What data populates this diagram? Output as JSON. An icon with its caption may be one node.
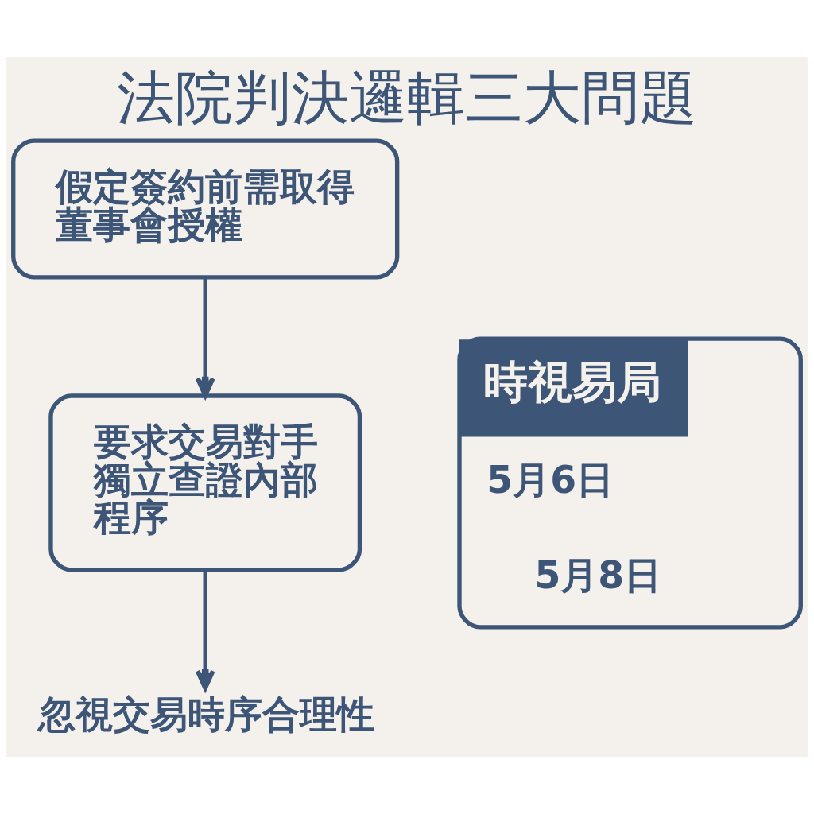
{
  "diagram": {
    "title": "法院判決邏輯三大問題",
    "nodes": [
      {
        "text": [
          "假定簽約前需取得董事會授權"
        ]
      },
      {
        "text": [
          "要求交易對手獨立查證內部程序"
        ]
      },
      {
        "text": [
          "忽視交易時序合理性"
        ]
      },
      {
        "text": [
          "時視易局",
          "5月6日",
          "5月8日"
        ]
      }
    ],
    "edges": [
      {
        "from": 0,
        "to": 1,
        "arrow": "to"
      },
      {
        "from": 1,
        "to": 2,
        "arrow": "to"
      }
    ]
  }
}
